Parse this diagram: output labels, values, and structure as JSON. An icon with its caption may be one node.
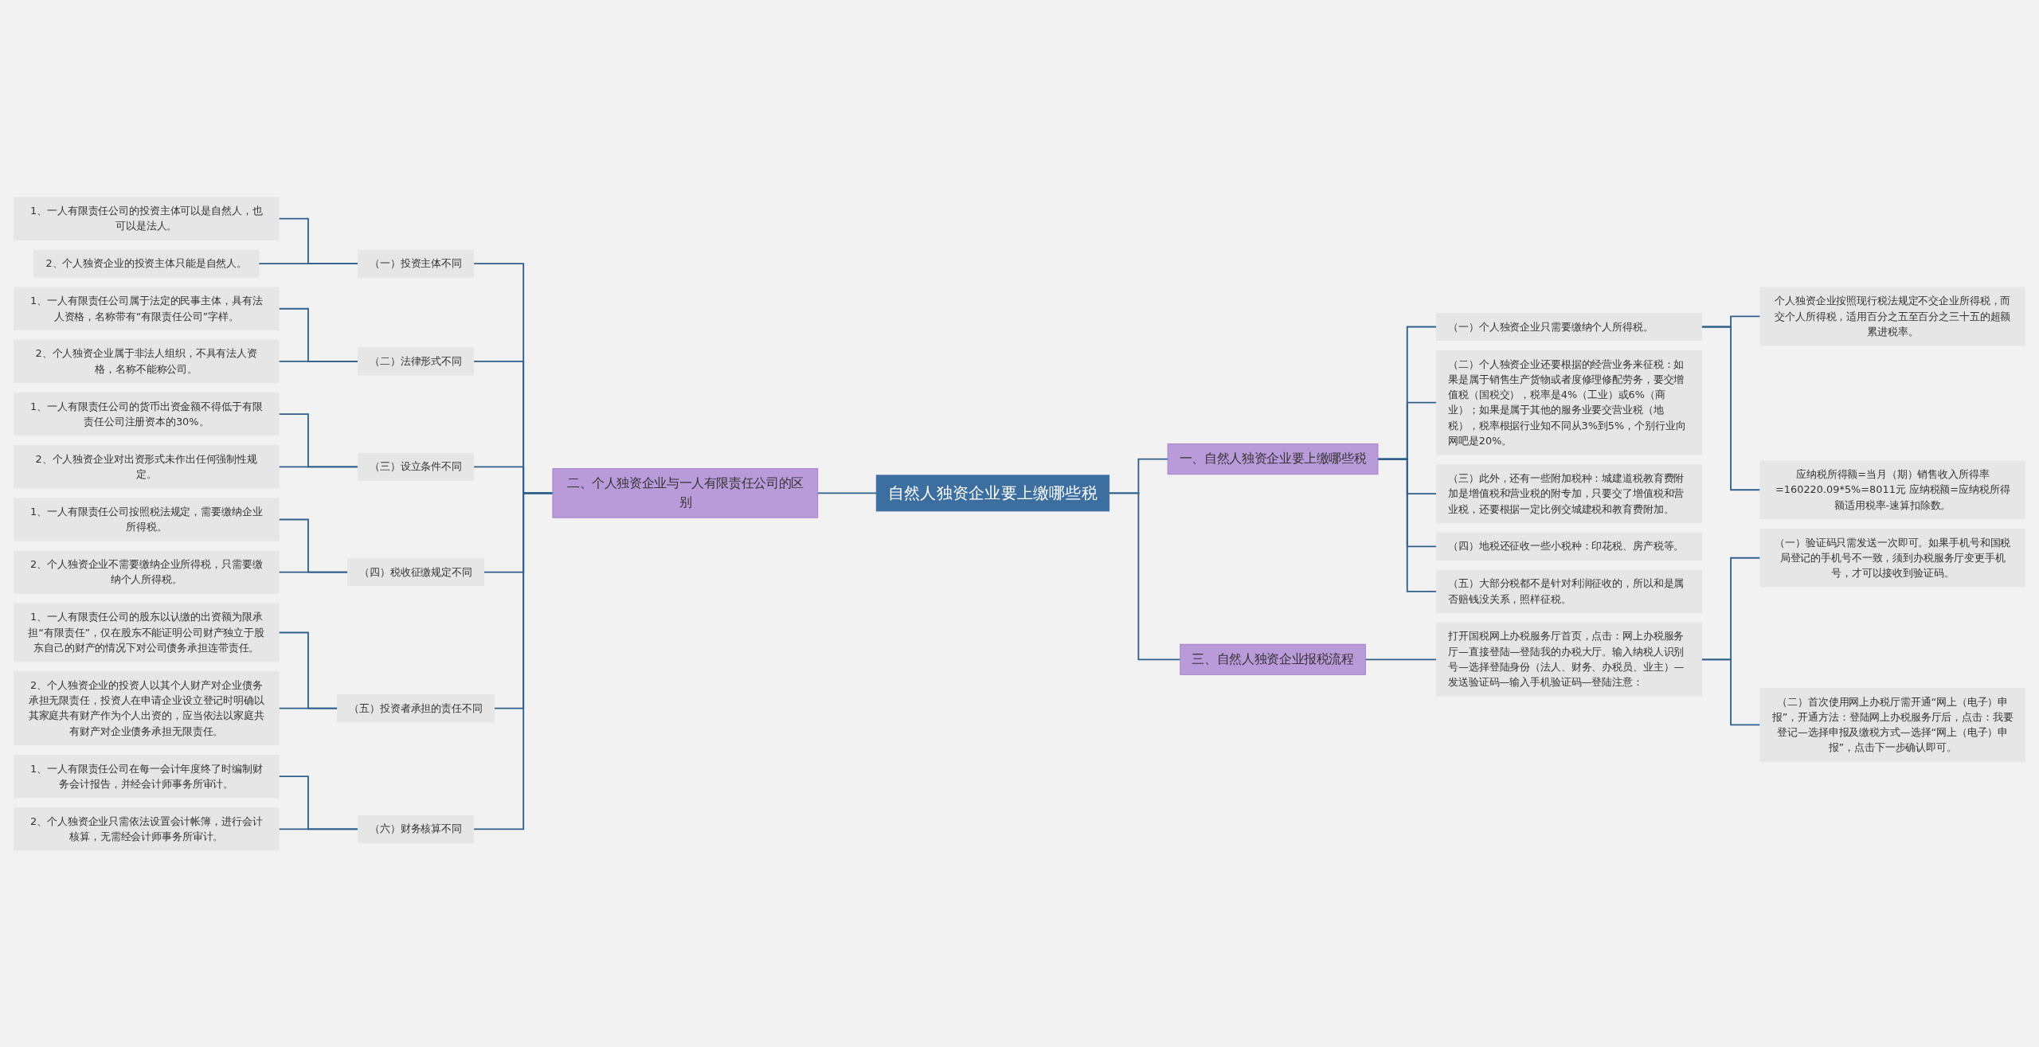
{
  "diagram": {
    "nodes": [
      {
        "text": [
          "自然人独资企业要上缴哪些税"
        ]
      },
      {
        "text": [
          "二、个人独资企业与一人有限责任公司的区别"
        ]
      },
      {
        "text": [
          "（一）投资主体不同"
        ]
      },
      {
        "text": [
          "1、一人有限责任公司的投资主体可以是自然人，也可以是法人。"
        ]
      },
      {
        "text": [
          "2、个人独资企业的投资主体只能是自然人。"
        ]
      },
      {
        "text": [
          "（二）法律形式不同"
        ]
      },
      {
        "text": [
          "1、一人有限责任公司属于法定的民事主体，具有法人资格，名称带有“有限责任公司”字样。"
        ]
      },
      {
        "text": [
          "2、个人独资企业属于非法人组织，不具有法人资格，名称不能称公司。"
        ]
      },
      {
        "text": [
          "（三）设立条件不同"
        ]
      },
      {
        "text": [
          "1、一人有限责任公司的货币出资金额不得低于有限责任公司注册资本的30%。"
        ]
      },
      {
        "text": [
          "2、个人独资企业对出资形式未作出任何强制性规定。"
        ]
      },
      {
        "text": [
          "（四）税收征缴规定不同"
        ]
      },
      {
        "text": [
          "1、一人有限责任公司按照税法规定，需要缴纳企业所得税。"
        ]
      },
      {
        "text": [
          "2、个人独资企业不需要缴纳企业所得税，只需要缴纳个人所得税。"
        ]
      },
      {
        "text": [
          "（五）投资者承担的责任不同"
        ]
      },
      {
        "text": [
          "1、一人有限责任公司的股东以认缴的出资额为限承担“有限责任”，仅在股东不能证明公司财产独立于股东自己的财产的情况下对公司债务承担连带责任。"
        ]
      },
      {
        "text": [
          "2、个人独资企业的投资人以其个人财产对企业债务承担无限责任，投资人在申请企业设立登记时明确以其家庭共有财产作为个人出资的，应当依法以家庭共有财产对企业债务承担无限责任。"
        ]
      },
      {
        "text": [
          "（六）财务核算不同"
        ]
      },
      {
        "text": [
          "1、一人有限责任公司在每一会计年度终了时编制财务会计报告，并经会计师事务所审计。"
        ]
      },
      {
        "text": [
          "2、个人独资企业只需依法设置会计帐簿，进行会计核算，无需经会计师事务所审计。"
        ]
      },
      {
        "text": [
          "一、自然人独资企业要上缴哪些税"
        ]
      },
      {
        "text": [
          "（一）个人独资企业只需要缴纳个人所得税。"
        ]
      },
      {
        "text": [
          "个人独资企业按照现行税法规定不交企业所得税，而交个人所得税，适用百分之五至百分之三十五的超额累进税率。"
        ]
      },
      {
        "text": [
          "应纳税所得额=当月（期）销售收入所得率=160220.09*5%=8011元 应纳税额=应纳税所得额适用税率-速算扣除数。"
        ]
      },
      {
        "text": [
          "（二）个人独资企业还要根据的经营业务来征税：如果是属于销售生产货物或者度修理修配劳务，要交增值税（国税交），税率是4%（工业）或6%（商业）；如果是属于其他的服务业要交营业税（地税），税率根据行业知不同从3%到5%，个别行业向网吧是20%。"
        ]
      },
      {
        "text": [
          "（三）此外，还有一些附加税种：城建道税教育费附加是增值税和营业税的附专加，只要交了增值税和营业税，还要根据一定比例交城建税和教育费附加。"
        ]
      },
      {
        "text": [
          "（四）地税还征收一些小税种：印花税、房产税等。"
        ]
      },
      {
        "text": [
          "（五）大部分税都不是针对利润征收的，所以和是属否赔钱没关系，照样征税。"
        ]
      },
      {
        "text": [
          "三、自然人独资企业报税流程"
        ]
      },
      {
        "text": [
          "打开国税网上办税服务厅首页，点击：网上办税服务厅—直接登陆—登陆我的办税大厅。输入纳税人识别号—选择登陆身份（法人、财务、办税员、业主）—发送验证码—输入手机验证码—登陆注意："
        ]
      },
      {
        "text": [
          "（一）验证码只需发送一次即可。如果手机号和国税局登记的手机号不一致，须到办税服务厅变更手机号，才可以接收到验证码。"
        ]
      },
      {
        "text": [
          "（二）首次使用网上办税厅需开通“网上（电子）申报”，开通方法：登陆网上办税服务厅后，点击：我要登记—选择申报及缴税方式—选择“网上（电子）申报”，点击下一步确认即可。"
        ]
      }
    ],
    "edges": [
      {
        "from": 1,
        "to": 0,
        "arrow": "none"
      },
      {
        "from": 2,
        "to": 1,
        "arrow": "none"
      },
      {
        "from": 3,
        "to": 2,
        "arrow": "none"
      },
      {
        "from": 4,
        "to": 2,
        "arrow": "none"
      },
      {
        "from": 5,
        "to": 1,
        "arrow": "none"
      },
      {
        "from": 6,
        "to": 5,
        "arrow": "none"
      },
      {
        "from": 7,
        "to": 5,
        "arrow": "none"
      },
      {
        "from": 8,
        "to": 1,
        "arrow": "none"
      },
      {
        "from": 9,
        "to": 8,
        "arrow": "none"
      },
      {
        "from": 10,
        "to": 8,
        "arrow": "none"
      },
      {
        "from": 11,
        "to": 1,
        "arrow": "none"
      },
      {
        "from": 12,
        "to": 11,
        "arrow": "none"
      },
      {
        "from": 13,
        "to": 11,
        "arrow": "none"
      },
      {
        "from": 14,
        "to": 1,
        "arrow": "none"
      },
      {
        "from": 15,
        "to": 14,
        "arrow": "none"
      },
      {
        "from": 16,
        "to": 14,
        "arrow": "none"
      },
      {
        "from": 17,
        "to": 1,
        "arrow": "none"
      },
      {
        "from": 18,
        "to": 17,
        "arrow": "none"
      },
      {
        "from": 19,
        "to": 17,
        "arrow": "none"
      },
      {
        "from": 0,
        "to": 20,
        "arrow": "none"
      },
      {
        "from": 20,
        "to": 21,
        "arrow": "none"
      },
      {
        "from": 21,
        "to": 22,
        "arrow": "none"
      },
      {
        "from": 21,
        "to": 23,
        "arrow": "none"
      },
      {
        "from": 20,
        "to": 24,
        "arrow": "none"
      },
      {
        "from": 20,
        "to": 25,
        "arrow": "none"
      },
      {
        "from": 20,
        "to": 26,
        "arrow": "none"
      },
      {
        "from": 20,
        "to": 27,
        "arrow": "none"
      },
      {
        "from": 0,
        "to": 28,
        "arrow": "none"
      },
      {
        "from": 28,
        "to": 29,
        "arrow": "none"
      },
      {
        "from": 29,
        "to": 30,
        "arrow": "none"
      },
      {
        "from": 29,
        "to": 31,
        "arrow": "none"
      }
    ]
  }
}
